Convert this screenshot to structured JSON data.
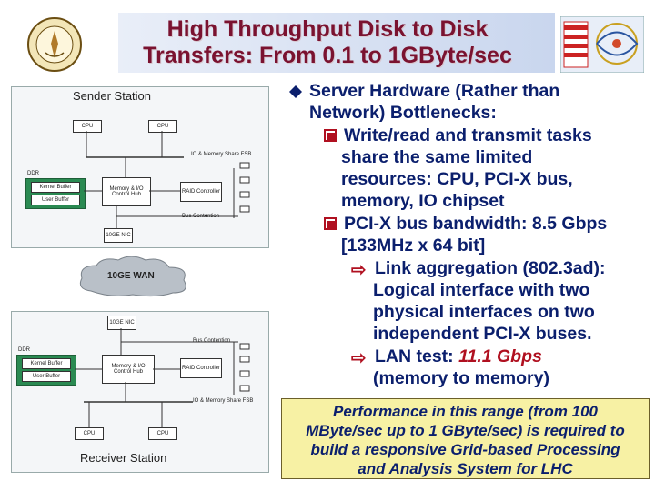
{
  "title": {
    "line1": "High Throughput Disk to Disk",
    "line2": "Transfers: From 0.1 to 1GByte/sec"
  },
  "diagram": {
    "sender": {
      "title": "Sender Station",
      "cpu1": "CPU",
      "cpu2": "CPU",
      "io_bus": "IO & Memory Share FSB",
      "ddr": "DDR",
      "kernel_buffer": "Kernel Buffer",
      "user_buffer": "User Buffer",
      "memory_hub": "Memory & I/O Control Hub",
      "raid": "RAID Controller",
      "bus_contention": "Bus Contention",
      "nic": "10GE NIC"
    },
    "wan": "10GE WAN",
    "receiver": {
      "title": "Receiver Station",
      "nic": "10GE NIC",
      "ddr": "DDR",
      "kernel_buffer": "Kernel Buffer",
      "user_buffer": "User Buffer",
      "memory_hub": "Memory & I/O Control Hub",
      "raid": "RAID Controller",
      "bus_contention": "Bus Contention",
      "io_bus": "IO & Memory Share FSB",
      "cpu1": "CPU",
      "cpu2": "CPU"
    }
  },
  "bullets": {
    "b1a": "Server Hardware (Rather than",
    "b1b": "Network) Bottlenecks:",
    "b2a": "Write/read and transmit tasks",
    "b2b": "share the same limited",
    "b2c": "resources: CPU, PCI-X bus,",
    "b2d": "memory, IO chipset",
    "b3a": "PCI-X bus bandwidth: 8.5 Gbps",
    "b3b": "[133MHz x 64 bit]",
    "b4a": "Link aggregation (802.3ad):",
    "b4b": "Logical interface with two",
    "b4c": "physical interfaces on two",
    "b4d": "independent PCI-X buses.",
    "b5_prefix": "LAN test: ",
    "b5_value": "11.1 Gbps",
    "b5b": "(memory to memory)"
  },
  "note": {
    "l1": "Performance in this range (from 100",
    "l2": "MByte/sec up to 1 GByte/sec)  is required to",
    "l3": "build a  responsive Grid-based  Processing",
    "l4": "and Analysis System for LHC"
  },
  "colors": {
    "title": "#7a1230",
    "bullet_text": "#0b1f6d",
    "highlight": "#b01020",
    "note_bg": "#f7f1a4"
  }
}
